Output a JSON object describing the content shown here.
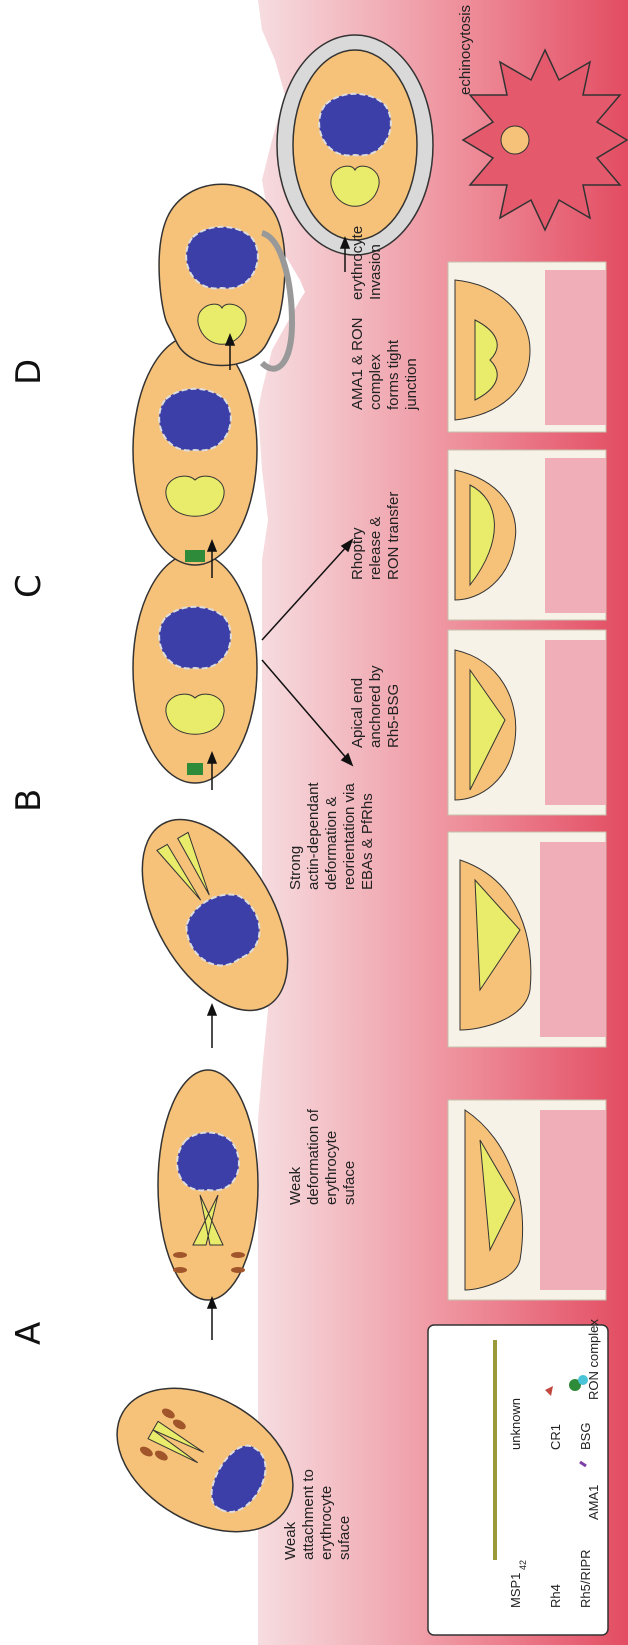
{
  "stages": {
    "a": "A",
    "b": "B",
    "c": "C",
    "d": "D"
  },
  "captions": {
    "weak_attachment": [
      "Weak",
      "attachment to",
      "erythrocyte",
      "suface"
    ],
    "weak_deformation": [
      "Weak",
      "deformation of",
      "erythrocyte",
      "suface"
    ],
    "strong_deformation": [
      "Strong",
      "actin-dependant",
      "deformation &",
      "reorientation via",
      "EBAs & PfRhs"
    ],
    "apical_anchored": [
      "Apical end",
      "anchored by",
      "Rh5-BSG"
    ],
    "rhoptry_release": [
      "Rhoptry",
      "release &",
      "RON transfer"
    ],
    "tight_junction": [
      "AMA1 & RON",
      "complex",
      "forms tight",
      "junction"
    ],
    "invasion": [
      "erythrocyte",
      "Invasion"
    ],
    "echinocytosis": "echinocytosis"
  },
  "legend": {
    "msp1": "MSP1",
    "msp1_sub": "42",
    "rh4": "Rh4",
    "rh5": "Rh5/RIPR",
    "ama1": "AMA1",
    "unknown": "unknown",
    "cr1": "CR1",
    "bsg": "BSG",
    "ron": "RON complex"
  },
  "colors": {
    "merozoite": "#f6c27a",
    "nucleus": "#3d3fa8",
    "rhoptry": "#e9ec6a",
    "erythrocyte": "#e45a6c",
    "erythrocyte_light": "#f6d3d7",
    "cr1": "#c2473f",
    "msp1": "#9b9a3a"
  }
}
